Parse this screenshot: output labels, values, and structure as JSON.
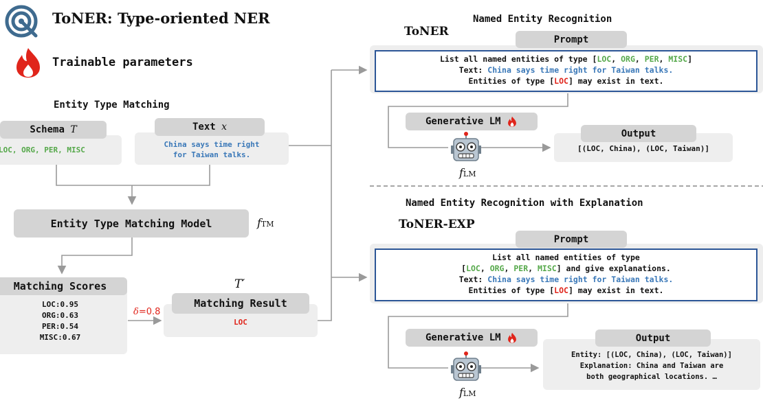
{
  "legend": {
    "toner_title": "ToNER: Type-oriented NER",
    "trainable_label": "Trainable parameters"
  },
  "left": {
    "section_title": "Entity Type Matching",
    "schema_label": "Schema",
    "schema_symbol": "T",
    "schema_types": [
      "LOC",
      "ORG",
      "PER",
      "MISC"
    ],
    "text_label": "Text",
    "text_symbol": "x",
    "text_content_line1": "China says time right",
    "text_content_line2": "for Taiwan talks.",
    "model_label": "Entity Type Matching Model",
    "model_symbol": "f",
    "model_symbol_sub": "TM",
    "scores_label": "Matching Scores",
    "scores": [
      {
        "type": "LOC",
        "score": "0.95"
      },
      {
        "type": "ORG",
        "score": "0.63"
      },
      {
        "type": "PER",
        "score": "0.54"
      },
      {
        "type": "MISC",
        "score": "0.67"
      }
    ],
    "threshold_symbol": "δ",
    "threshold_value": "=0.8",
    "result_symbol": "T′",
    "result_label": "Matching Result",
    "result_value": "LOC"
  },
  "ner": {
    "section_title": "Named Entity Recognition",
    "method_label": "ToNER",
    "prompt_label": "Prompt",
    "prompt_line1_pre": "List all named entities of type [",
    "prompt_types": [
      "LOC",
      "ORG",
      "PER",
      "MISC"
    ],
    "prompt_line1_post": "]",
    "text_key": "Text:",
    "text_value": "China says time right for Taiwan talks.",
    "entities_pre": "Entities of type [",
    "entities_type": "LOC",
    "entities_post": "] may exist in text.",
    "lm_label": "Generative LM",
    "lm_symbol": "f",
    "lm_symbol_sub": "LM",
    "output_label": "Output",
    "output_value": "[(LOC, China), (LOC, Taiwan)]"
  },
  "exp": {
    "section_title": "Named Entity Recognition with Explanation",
    "method_label": "ToNER-EXP",
    "prompt_label": "Prompt",
    "prompt_line1": "List all named entities of type",
    "prompt_line2_pre": "[",
    "prompt_types": [
      "LOC",
      "ORG",
      "PER",
      "MISC"
    ],
    "prompt_line2_post": "] and give explanations.",
    "text_key": "Text:",
    "text_value": "China says time right for Taiwan talks.",
    "entities_pre": "Entities of type [",
    "entities_type": "LOC",
    "entities_post": "] may exist in text.",
    "lm_label": "Generative LM",
    "lm_symbol": "f",
    "lm_symbol_sub": "LM",
    "output_label": "Output",
    "output_line1": "Entity: [(LOC, China), (LOC, Taiwan)]",
    "output_line2": "Explanation: China and Taiwan are",
    "output_line3": "both geographical locations. …"
  },
  "colors": {
    "type_green": "#55a84a",
    "text_blue": "#3a78b8",
    "highlight_red": "#e0251b",
    "prompt_border": "#2b5596",
    "logo_blue": "#3f6b8f",
    "flame_red": "#e0251b"
  },
  "icons": [
    "target-logo-icon",
    "flame-icon",
    "robot-icon"
  ]
}
